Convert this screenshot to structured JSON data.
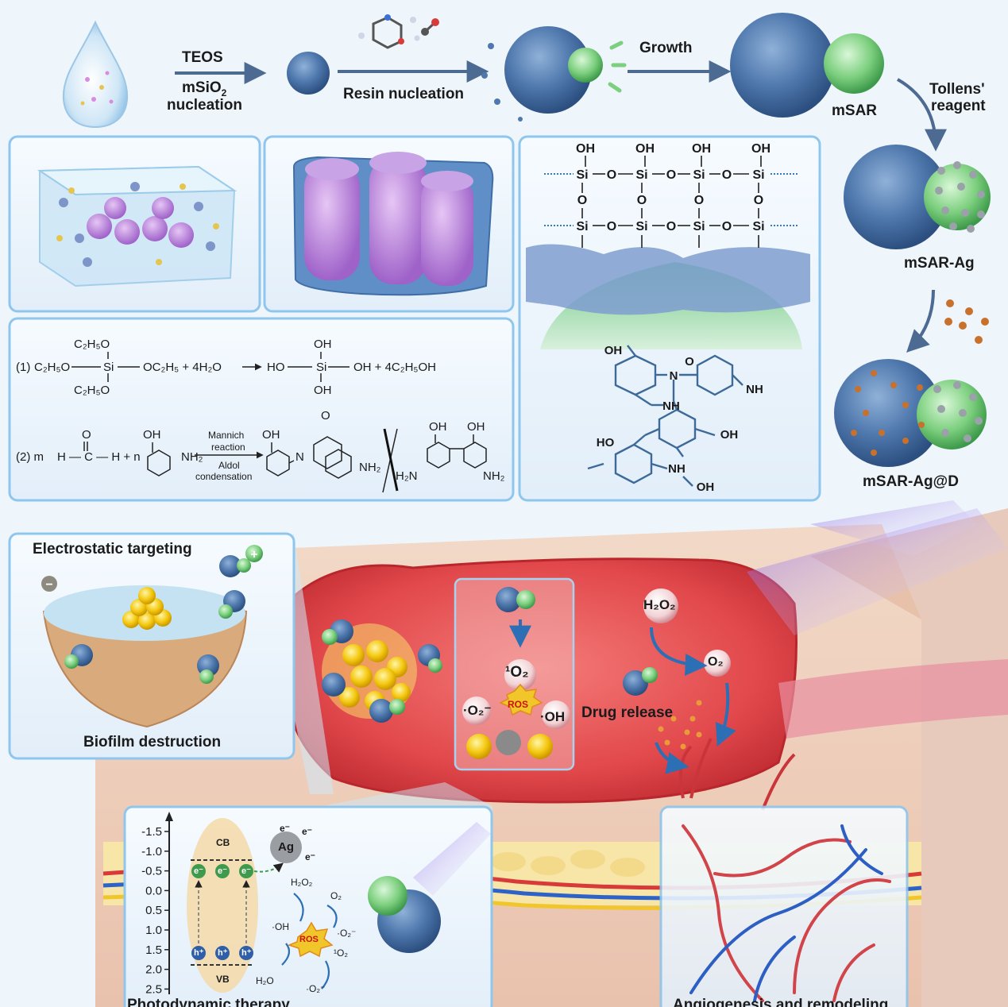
{
  "flow": {
    "teos": "TEOS",
    "msio2_a": "mSiO",
    "msio2_sub": "2",
    "nucleation": "nucleation",
    "resin_nucleation": "Resin nucleation",
    "growth": "Growth",
    "msar": "mSAR",
    "tollens": "Tollens'",
    "reagent": "reagent",
    "msar_ag": "mSAR-Ag",
    "msar_ag_d": "mSAR-Ag@D"
  },
  "silica": {
    "oh": "OH",
    "si": "Si",
    "o": "O"
  },
  "reactions": {
    "r1_label": "(1)",
    "r1_left": "C₂H₅O",
    "r1_top": "C₂H₅O",
    "r1_bottom": "C₂H₅O",
    "r1_si": "Si",
    "r1_right": "OC₂H₅ + 4H₂O",
    "r1_ho": "HO",
    "r1_oh_top": "OH",
    "r1_oh_bottom": "OH",
    "r1_product": "OH + 4C₂H₅OH",
    "r2_label": "(2) m",
    "r2_formaldehyde": "H — C — H + n",
    "r2_o": "O",
    "r2_oh": "OH",
    "r2_nh2": "NH₂",
    "r2_mannich": "Mannich",
    "r2_reaction": "reaction",
    "r2_aldol": "Aldol",
    "r2_condensation": "condensation",
    "r2_n": "N",
    "r2_h2n": "H₂N"
  },
  "resin": {
    "oh": "OH",
    "nh": "NH",
    "n": "N",
    "o": "O",
    "ho": "HO"
  },
  "bottom": {
    "electrostatic": "Electrostatic targeting",
    "biofilm": "Biofilm destruction",
    "plus": "+",
    "minus": "−",
    "singlet": "¹O₂",
    "ros": "ROS",
    "superoxide": "·O₂⁻",
    "hydroxyl": "·OH",
    "h2o2": "H₂O₂",
    "o2": "O₂",
    "drug_release": "Drug release",
    "pdt": "Photodynamic therapy",
    "angio": "Angiogenesis and remodeling"
  },
  "band": {
    "ticks": [
      "-1.5",
      "-1.0",
      "-0.5",
      "0.0",
      "0.5",
      "1.0",
      "1.5",
      "2.0",
      "2.5"
    ],
    "cb": "CB",
    "vb": "VB",
    "e": "e⁻",
    "h": "h⁺",
    "ag": "Ag",
    "h2o2": "H₂O₂",
    "o2": "O₂",
    "oh": "·OH",
    "ros": "ROS",
    "o2m": "·O₂⁻",
    "singlet": "¹O₂",
    "h2o": "H₂O",
    "o2m2": "·O₂⁻",
    "elabel": "e⁻"
  }
}
